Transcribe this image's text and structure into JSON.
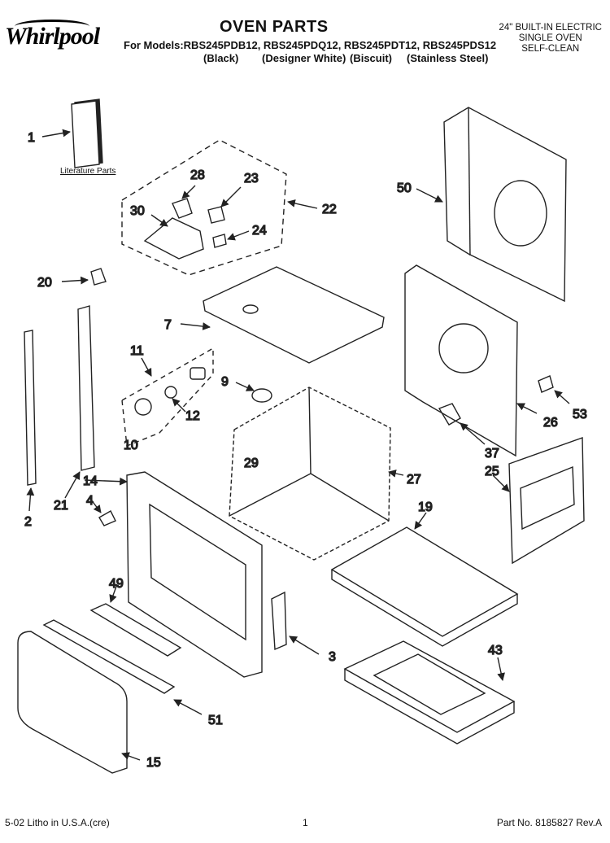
{
  "header": {
    "brand": "Whirlpool",
    "title": "OVEN PARTS",
    "models_line": "For Models:RBS245PDB12, RBS245PDQ12, RBS245PDT12, RBS245PDS12",
    "colors": [
      "(Black)",
      "(Designer White)",
      "(Biscuit)",
      "(Stainless Steel)"
    ],
    "product_type": [
      "24\" BUILT-IN ELECTRIC",
      "SINGLE OVEN",
      "SELF-CLEAN"
    ]
  },
  "literature_label": "Literature Parts",
  "callouts": [
    "1",
    "28",
    "23",
    "22",
    "30",
    "24",
    "50",
    "20",
    "7",
    "11",
    "9",
    "53",
    "26",
    "12",
    "10",
    "37",
    "29",
    "27",
    "25",
    "14",
    "4",
    "21",
    "2",
    "19",
    "49",
    "3",
    "43",
    "51",
    "15"
  ],
  "footer": {
    "left": "5-02 Litho in U.S.A.(cre)",
    "page": "1",
    "right": "Part No. 8185827 Rev.A"
  }
}
